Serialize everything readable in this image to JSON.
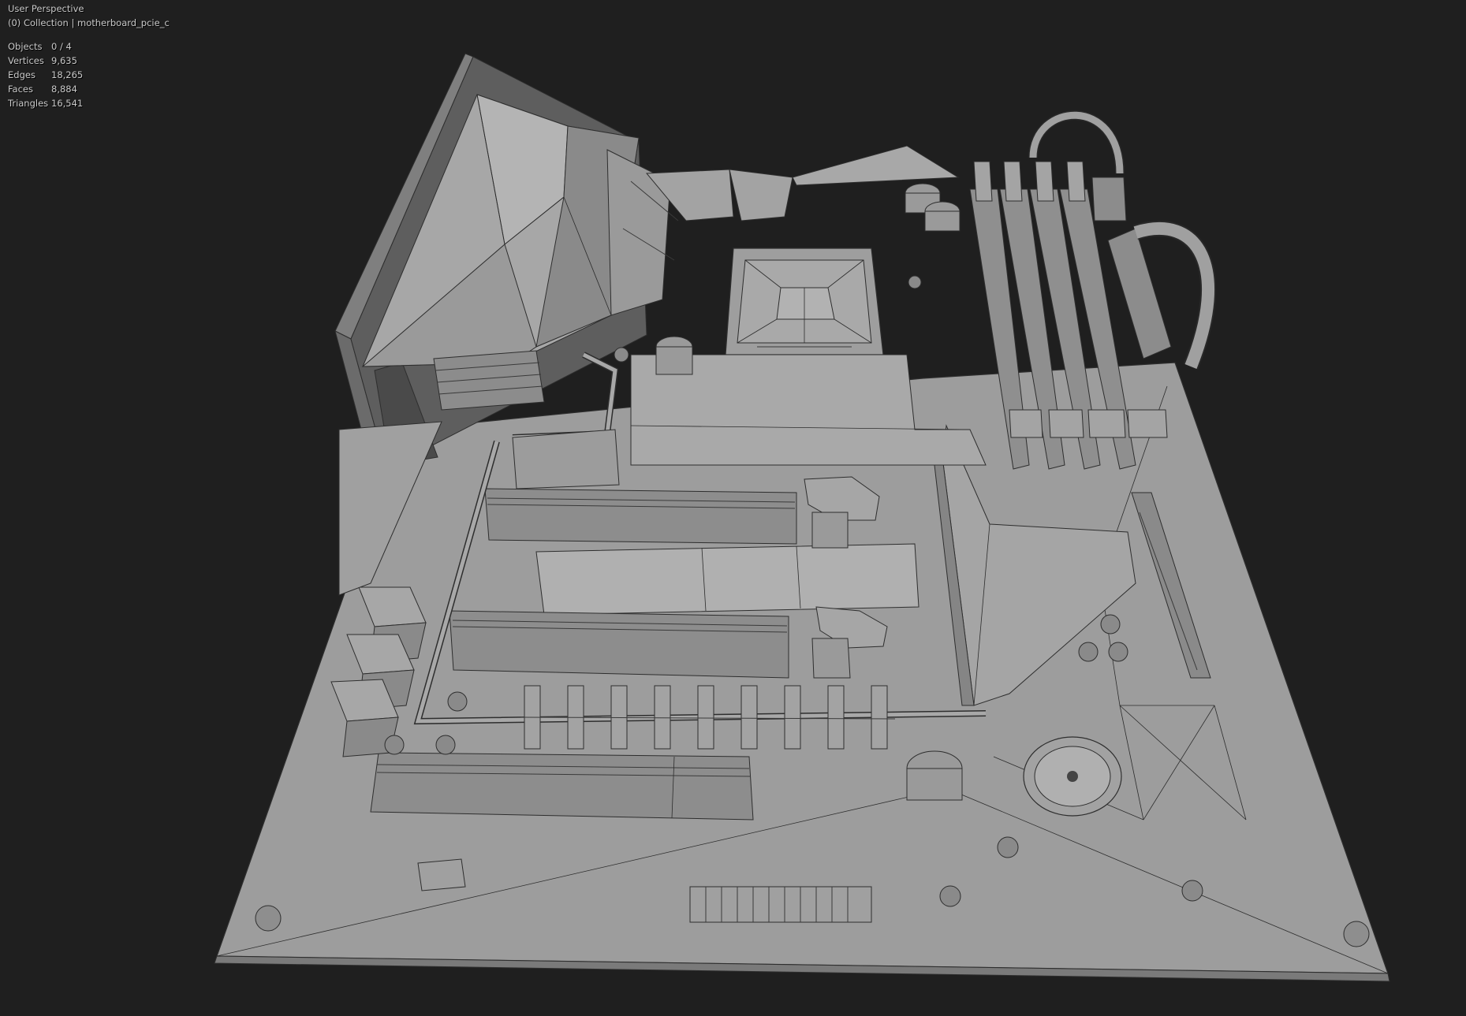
{
  "viewport": {
    "view_name": "User Perspective",
    "collection_line": "(0) Collection | motherboard_pcie_c"
  },
  "stats": [
    {
      "label": "Objects",
      "value": "0 / 4"
    },
    {
      "label": "Vertices",
      "value": "9,635"
    },
    {
      "label": "Edges",
      "value": "18,265"
    },
    {
      "label": "Faces",
      "value": "8,884"
    },
    {
      "label": "Triangles",
      "value": "16,541"
    }
  ],
  "colors": {
    "background": "#1f1f1f",
    "mesh_face": "#9c9c9c",
    "mesh_edge": "#2e2e2e",
    "hud_text": "#c9c9c9"
  }
}
